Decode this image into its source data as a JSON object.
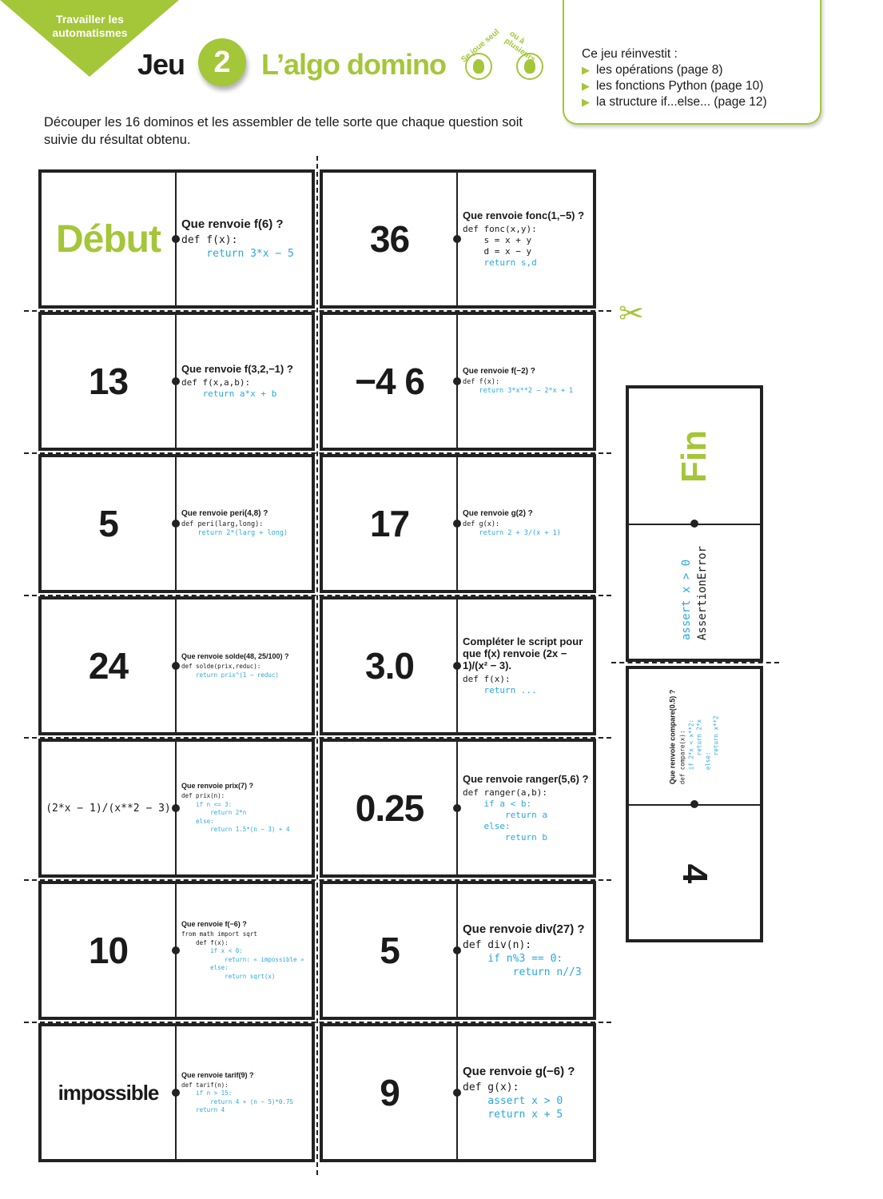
{
  "header": {
    "tag": "Travailler les automatismes",
    "jeu": "Jeu",
    "number": "2",
    "title": "L’algo domino",
    "players_solo": "Se joue seul",
    "players_multi": "ou à plusieurs"
  },
  "box": {
    "intro": "Ce jeu réinvestit :",
    "items": [
      "les opérations (page 8)",
      "les fonctions Python (page 10)",
      "la structure if...else... (page 12)"
    ]
  },
  "instructions": "Découper les 16 dominos et les assembler de telle sorte que chaque question soit suivie du résultat obtenu.",
  "scissors_icon": "scissors-icon",
  "accent": "#a4c639",
  "dominos": [
    {
      "answer": "Début",
      "question": "Que renvoie f(6) ?",
      "code": [
        "def f(x):",
        "    return 3*x − 5"
      ]
    },
    {
      "answer": "36",
      "question": "Que renvoie fonc(1,−5) ?",
      "code": [
        "def fonc(x,y):",
        "    s = x + y",
        "    d = x − y",
        "    return s,d"
      ]
    },
    {
      "answer": "13",
      "question": "Que renvoie f(3,2,−1) ?",
      "code": [
        "def f(x,a,b):",
        "    return a*x + b"
      ]
    },
    {
      "answer": "−4  6",
      "question": "Que renvoie f(−2) ?",
      "code": [
        "def f(x):",
        "    return 3*x**2 − 2*x + 1"
      ]
    },
    {
      "answer": "5",
      "question": "Que renvoie peri(4,8) ?",
      "code": [
        "def peri(larg,long):",
        "    return 2*(larg + long)"
      ]
    },
    {
      "answer": "17",
      "question": "Que renvoie g(2) ?",
      "code": [
        "def g(x):",
        "    return 2 + 3/(x + 1)"
      ]
    },
    {
      "answer": "24",
      "question": "Que renvoie solde(48, 25/100) ?",
      "code": [
        "def solde(prix,reduc):",
        "    return prix^(1 − reduc)"
      ]
    },
    {
      "answer": "3.0",
      "question": "Compléter le script pour que f(x) renvoie (2x − 1)/(x² − 3).",
      "code": [
        "def f(x):",
        "    return ..."
      ]
    },
    {
      "answer": "(2*x − 1)/(x**2 − 3)",
      "question": "Que renvoie prix(7) ?",
      "code": [
        "def prix(n):",
        "    if n <= 3:",
        "        return 2*n",
        "    else:",
        "        return 1.5*(n − 3) + 4"
      ]
    },
    {
      "answer": "0.25",
      "question": "Que renvoie ranger(5,6) ?",
      "code": [
        "def ranger(a,b):",
        "    if a < b:",
        "        return a",
        "    else:",
        "        return b"
      ]
    },
    {
      "answer": "10",
      "question": "Que renvoie f(−6) ?",
      "code": [
        "from math import sqrt",
        "    def f(x):",
        "        if x < 0:",
        "            return: « impossible »",
        "        else:",
        "            return sqrt(x)"
      ]
    },
    {
      "answer": "5",
      "question": "Que renvoie div(27) ?",
      "code": [
        "def div(n):",
        "    if n%3 == 0:",
        "        return n//3"
      ]
    },
    {
      "answer": "impossible",
      "question": "Que renvoie tarif(9) ?",
      "code": [
        "def tarif(n):",
        "    if n > 15:",
        "        return 4 + (n − 5)*0.75",
        "    return 4"
      ]
    },
    {
      "answer": "9",
      "question": "Que renvoie g(−6) ?",
      "code": [
        "def g(x):",
        "    assert x > 0",
        "    return x + 5"
      ]
    }
  ],
  "side": [
    {
      "answer": "Fin",
      "code": [
        "assert x > 0",
        "AssertionError"
      ]
    },
    {
      "answer": "4",
      "question": "Que renvoie compare(0.5) ?",
      "code": [
        "def compare(x):",
        "    if 2*x < x**2:",
        "        return 2*x",
        "    else:",
        "        return x**2"
      ]
    }
  ]
}
